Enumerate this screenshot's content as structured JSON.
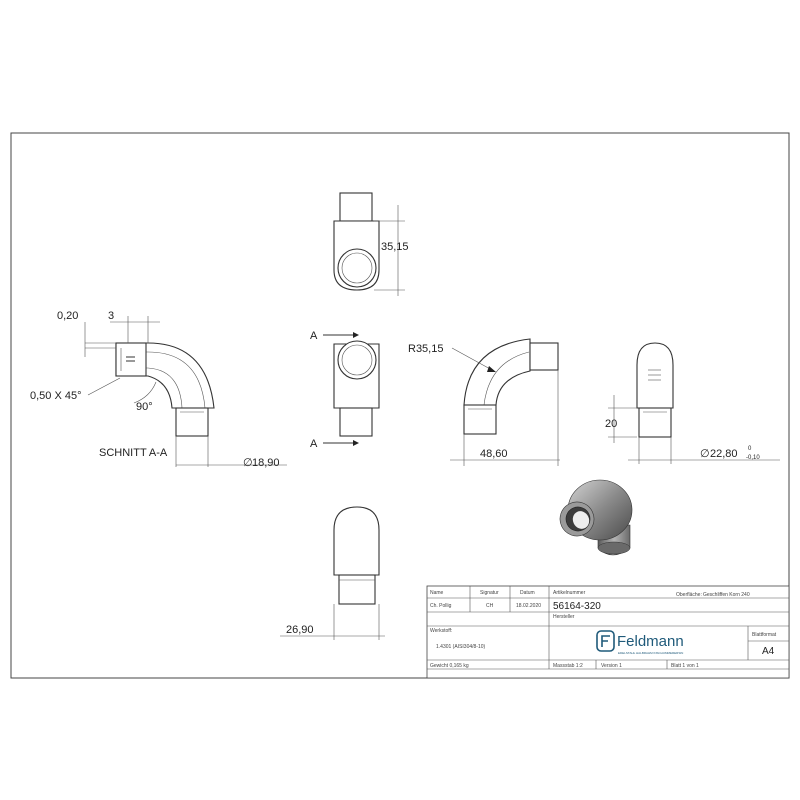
{
  "dims": {
    "d_0_20": "0,20",
    "d_3": "3",
    "chamfer": "0,50 X 45°",
    "angle": "90°",
    "section": "SCHNITT A-A",
    "dia_18_90": "18,90",
    "d_35_15": "35,15",
    "sec_a_top": "A",
    "sec_a_bottom": "A",
    "radius": "R35,15",
    "d_48_60": "48,60",
    "d_20": "20",
    "dia_22_80": "22,80",
    "tol_upper": "0",
    "tol_lower": "-0,10",
    "d_26_90": "26,90",
    "dia_symbol": "∅"
  },
  "titleblock": {
    "h_name": "Name",
    "h_signature": "Signatur",
    "h_date": "Datum",
    "h_article": "Artikelnummer",
    "h_surface": "Oberfläche:",
    "surface_value": "Geschliffen Korn 240",
    "author": "Ch. Pollig",
    "signature": "CH",
    "date": "18.02.2020",
    "article_number": "56164-320",
    "h_material": "Werkstoff:",
    "material": "1.4301 (AISI304/8-10)",
    "h_manufacturer": "Hersteller",
    "company": "Feldmann",
    "company_tagline": "EDELSTAHL HALBRAHM INSCHUMMERERSIN",
    "h_format": "Blattformat",
    "format": "A4",
    "weight": "Gewicht 0,165 kg",
    "scale": "Massstab 1:2",
    "version": "Version 1",
    "sheet": "Blatt 1 von 1"
  }
}
